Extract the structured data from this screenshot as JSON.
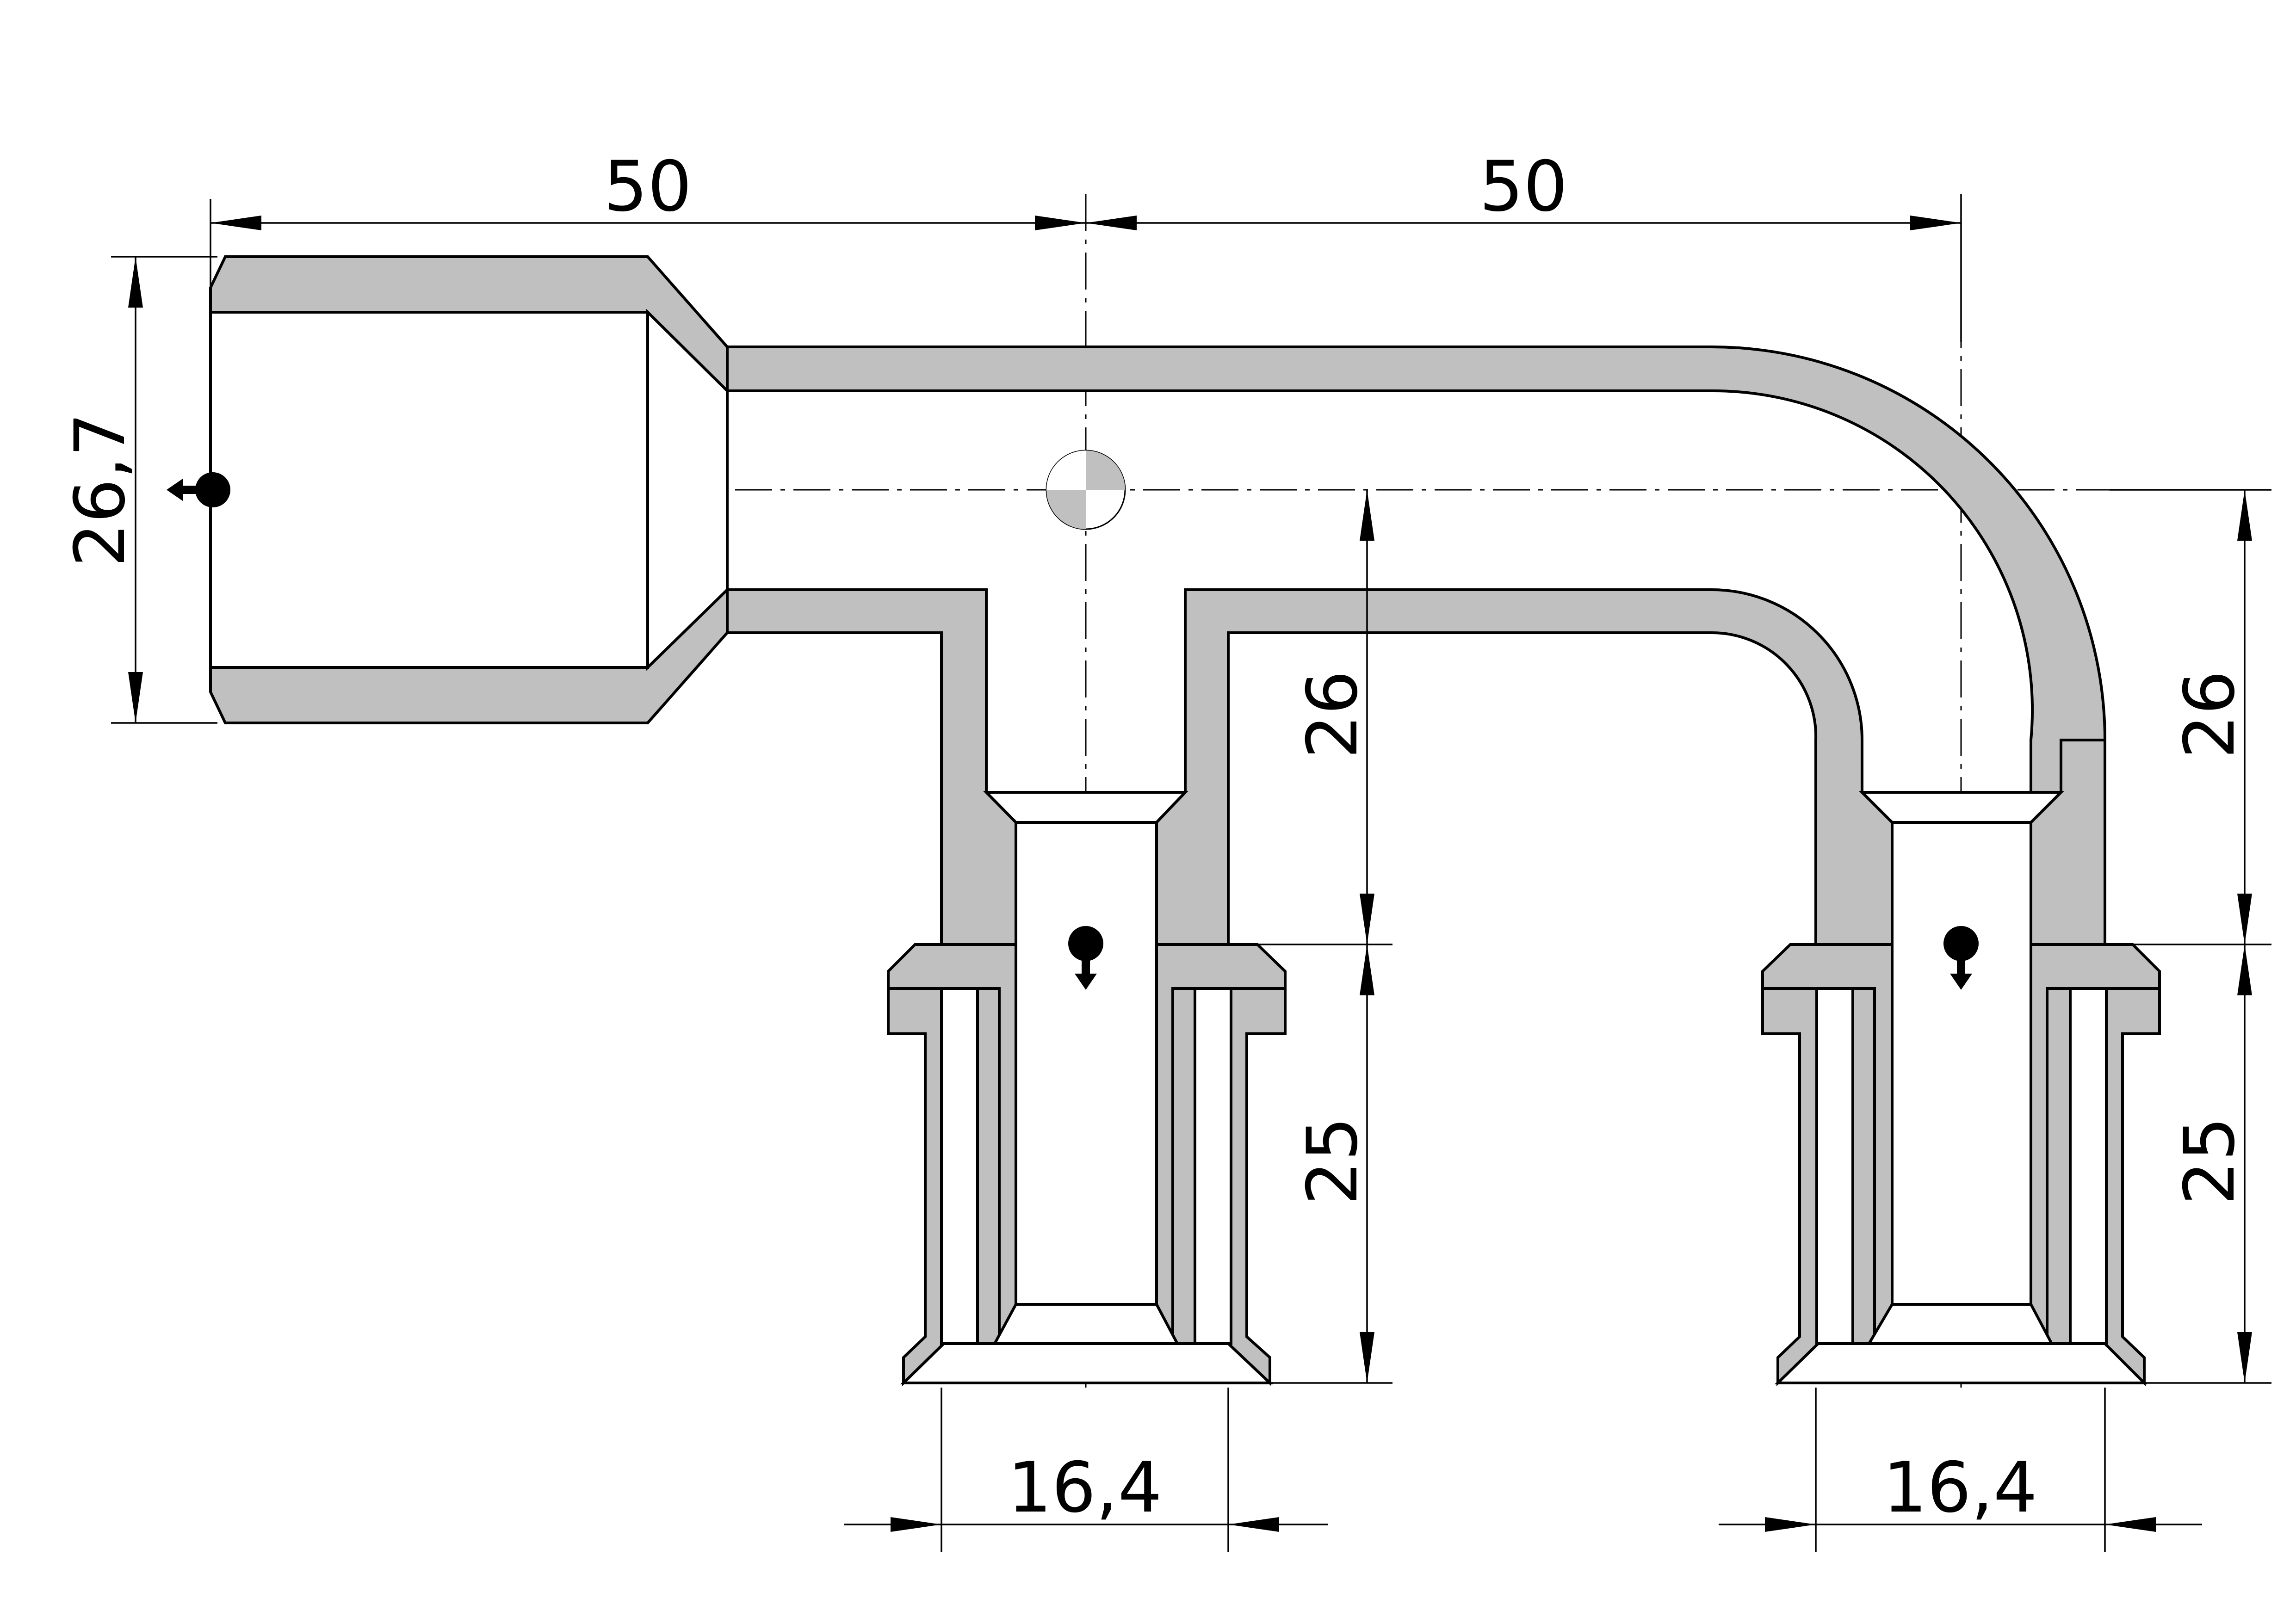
{
  "dimensions": {
    "left_length": "50",
    "right_length": "50",
    "inlet_diameter": "26,7",
    "left_upper_height": "26",
    "left_lower_height": "25",
    "right_upper_height": "26",
    "right_lower_height": "25",
    "left_outlet_diameter": "16,4",
    "right_outlet_diameter": "16,4"
  },
  "colors": {
    "section_fill": "#c0c0c0",
    "line": "#000000"
  }
}
